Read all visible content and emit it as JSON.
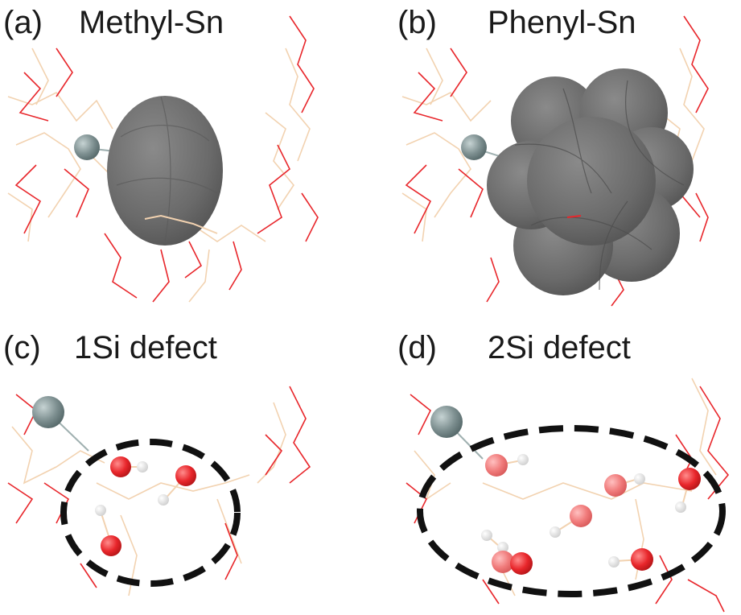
{
  "panels": [
    {
      "letter": "(a)",
      "title": "Methyl-Sn"
    },
    {
      "letter": "(b)",
      "title": "Phenyl-Sn"
    },
    {
      "letter": "(c)",
      "title": "1Si defect"
    },
    {
      "letter": "(d)",
      "title": "2Si defect"
    }
  ],
  "colors": {
    "oxygen": "#e8262b",
    "silicon_bond": "#f2d2b0",
    "tin": "#7d8f90",
    "organic": "#6e6e6e",
    "hydrogen": "#f4f4f4",
    "ellipse": "#111111"
  }
}
